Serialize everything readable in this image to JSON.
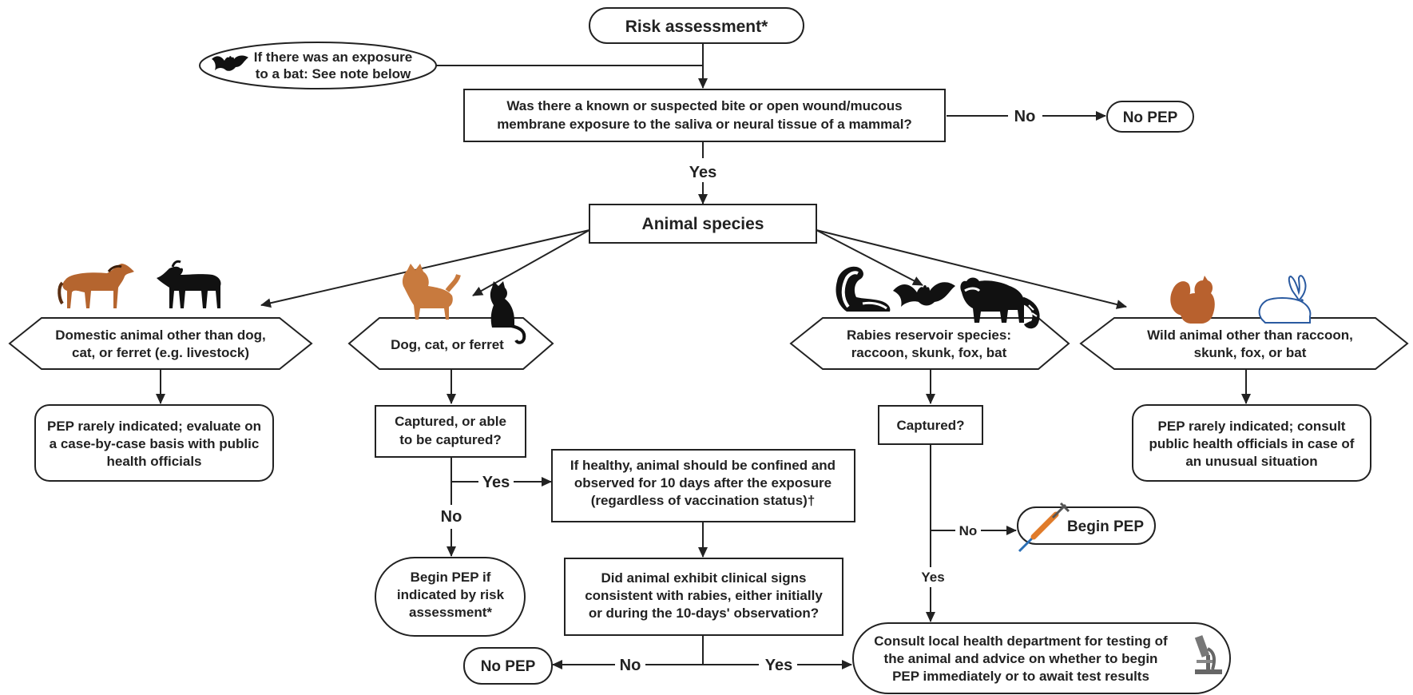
{
  "nodes": {
    "risk_assessment": "Risk assessment*",
    "bat_note_1": "If there was an exposure",
    "bat_note_2": "to a bat: See note below",
    "question_1": "Was there a known or suspected bite or open wound/mucous",
    "question_2": "membrane exposure to the saliva or neural tissue of a mammal?",
    "no_pep_top": "No PEP",
    "animal_species": "Animal species",
    "domestic_1": "Domestic animal other than dog,",
    "domestic_2": "cat, or ferret (e.g. livestock)",
    "dog_cat_ferret": "Dog, cat, or ferret",
    "reservoir_1": "Rabies reservoir species:",
    "reservoir_2": "raccoon, skunk,  fox, bat",
    "wild_1": "Wild animal other than raccoon,",
    "wild_2": "skunk, fox, or bat",
    "domestic_out_1": "PEP rarely indicated; evaluate on",
    "domestic_out_2": "a case-by-case basis with public",
    "domestic_out_3": "health officials",
    "captured_q_1": "Captured, or able",
    "captured_q_2": "to be captured?",
    "confine_1": "If healthy, animal should be confined and",
    "confine_2": "observed for 10 days after the exposure",
    "confine_3": "(regardless of vaccination status)†",
    "begin_pep_if_1": "Begin PEP if",
    "begin_pep_if_2": "indicated by risk",
    "begin_pep_if_3": "assessment*",
    "clinical_1": "Did animal exhibit clinical signs",
    "clinical_2": "consistent with rabies, either initially",
    "clinical_3": "or during the 10-days' observation?",
    "no_pep_bottom": "No PEP",
    "captured_simple": "Captured?",
    "begin_pep": "Begin PEP",
    "consult_1": "Consult local health department for testing of",
    "consult_2": "the animal and advice on whether to begin",
    "consult_3": "PEP immediately or to await test results",
    "wild_out_1": "PEP rarely indicated; consult",
    "wild_out_2": "public health officials in case of",
    "wild_out_3": "an unusual situation"
  },
  "edge_labels": {
    "no_1": "No",
    "yes_1": "Yes",
    "yes_capture": "Yes",
    "no_capture": "No",
    "no_reservoir": "No",
    "yes_reservoir": "Yes",
    "no_clinical": "No",
    "yes_clinical": "Yes"
  },
  "icons": [
    "bat-icon",
    "horse-icon",
    "goat-icon",
    "dog-icon",
    "cat-icon",
    "skunk-icon",
    "raccoon-icon",
    "squirrel-icon",
    "rabbit-icon",
    "syringe-icon",
    "microscope-icon"
  ],
  "colors": {
    "line": "#222222",
    "horse": "#b5652f",
    "dog": "#c87a3e",
    "squirrel": "#b8612e",
    "rabbit_outline": "#2a5aa0",
    "syringe": "#e07b2a",
    "syringe_tip": "#2a6fb5"
  }
}
